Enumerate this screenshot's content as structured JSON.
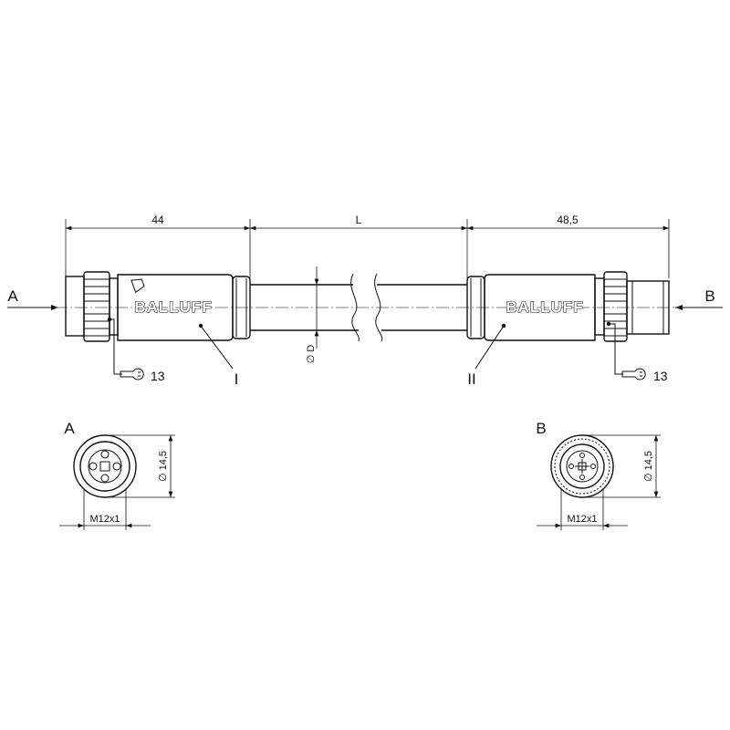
{
  "dimensions": {
    "left_connector_length": "44",
    "cable_length": "L",
    "right_connector_length": "48,5",
    "cable_diameter": "∅ D",
    "diameter_a": "∅ 14,5",
    "thread_a": "M12x1",
    "diameter_b": "∅ 14,5",
    "thread_b": "M12x1"
  },
  "labels": {
    "view_a_arrow": "A",
    "view_b_arrow": "B",
    "view_a_title": "A",
    "view_b_title": "B",
    "connector_left_roman": "I",
    "connector_right_roman": "II",
    "wrench_left": "13",
    "wrench_right": "13"
  },
  "brand": {
    "left": "BALLUFF",
    "right": "BALLUFF"
  },
  "icons": {
    "wrench": "wrench-icon",
    "arrow": "view-arrow-icon",
    "insulation_marker": "marker-icon"
  }
}
